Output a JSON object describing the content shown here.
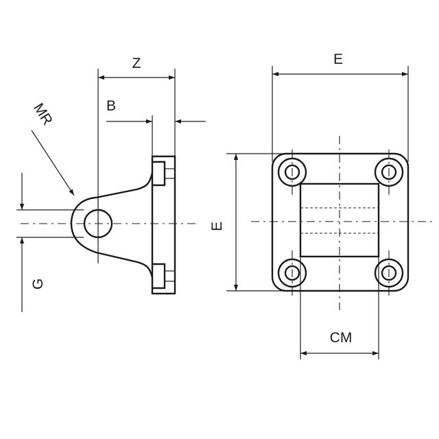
{
  "drawing": {
    "labels": {
      "z": "Z",
      "b": "B",
      "mr": "MR",
      "g": "G",
      "e_top": "E",
      "e_side": "E",
      "cm": "CM"
    }
  },
  "colors": {
    "line": "#1a1a1a",
    "background": "#ffffff"
  }
}
